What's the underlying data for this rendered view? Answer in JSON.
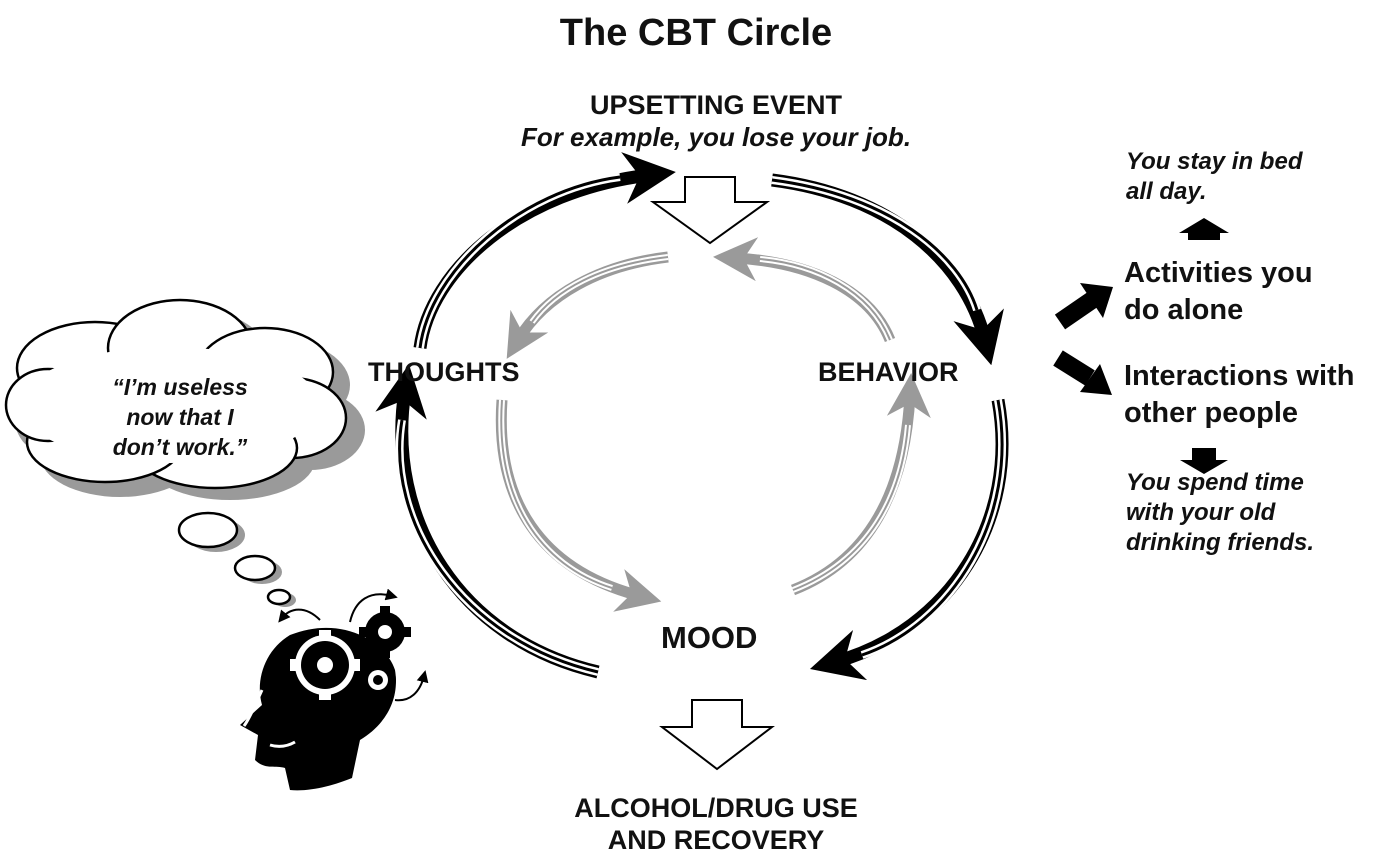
{
  "title": "The CBT Circle",
  "event": {
    "label": "UPSETTING EVENT",
    "example": "For example, you lose your job."
  },
  "thoughts": {
    "label": "THOUGHTS"
  },
  "behavior": {
    "label": "BEHAVIOR"
  },
  "mood": {
    "label": "MOOD"
  },
  "outcome": {
    "line1": "ALCOHOL/DRUG USE",
    "line2": "AND RECOVERY"
  },
  "thought_bubble": {
    "line1": "“I’m useless",
    "line2": "now that I",
    "line3": "don’t work.”"
  },
  "behavior_options": {
    "alone": {
      "line1": "Activities you",
      "line2": "do alone",
      "example_line1": "You stay in bed",
      "example_line2": "all day."
    },
    "social": {
      "line1": "Interactions with",
      "line2": "other people",
      "example_line1": "You spend time",
      "example_line2": "with your old",
      "example_line3": "drinking friends."
    }
  },
  "icons": [
    "thought-cloud-icon",
    "head-gears-icon",
    "block-arrow-icon"
  ],
  "colors": {
    "outer_arrows": "#000000",
    "inner_arrows": "#9a9a9a",
    "cloud_shadow": "#9a9a9a"
  }
}
